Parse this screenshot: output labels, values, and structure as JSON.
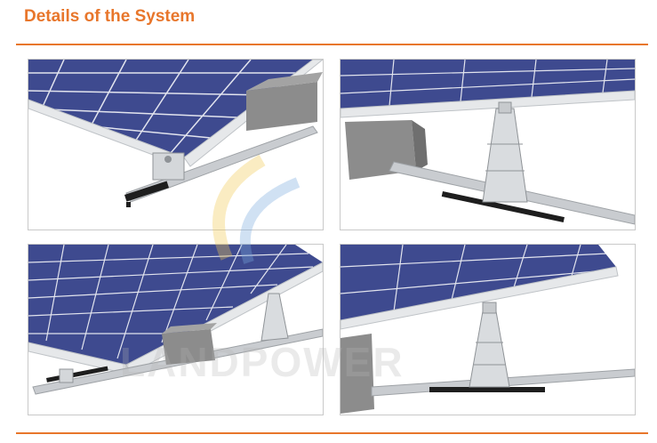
{
  "title": "Details of the System",
  "watermark": "LANDPOWER",
  "colors": {
    "accent": "#e8762b",
    "panel_blue": "#3e4a8f",
    "cell_line": "#ffffff",
    "frame": "#e6e8ea",
    "ballast": "#8c8c8c",
    "rail": "#c9ccd0"
  },
  "panels": [
    {
      "name": "detail-front-clamp"
    },
    {
      "name": "detail-rear-support"
    },
    {
      "name": "detail-array-overview"
    },
    {
      "name": "detail-rear-leg"
    }
  ]
}
